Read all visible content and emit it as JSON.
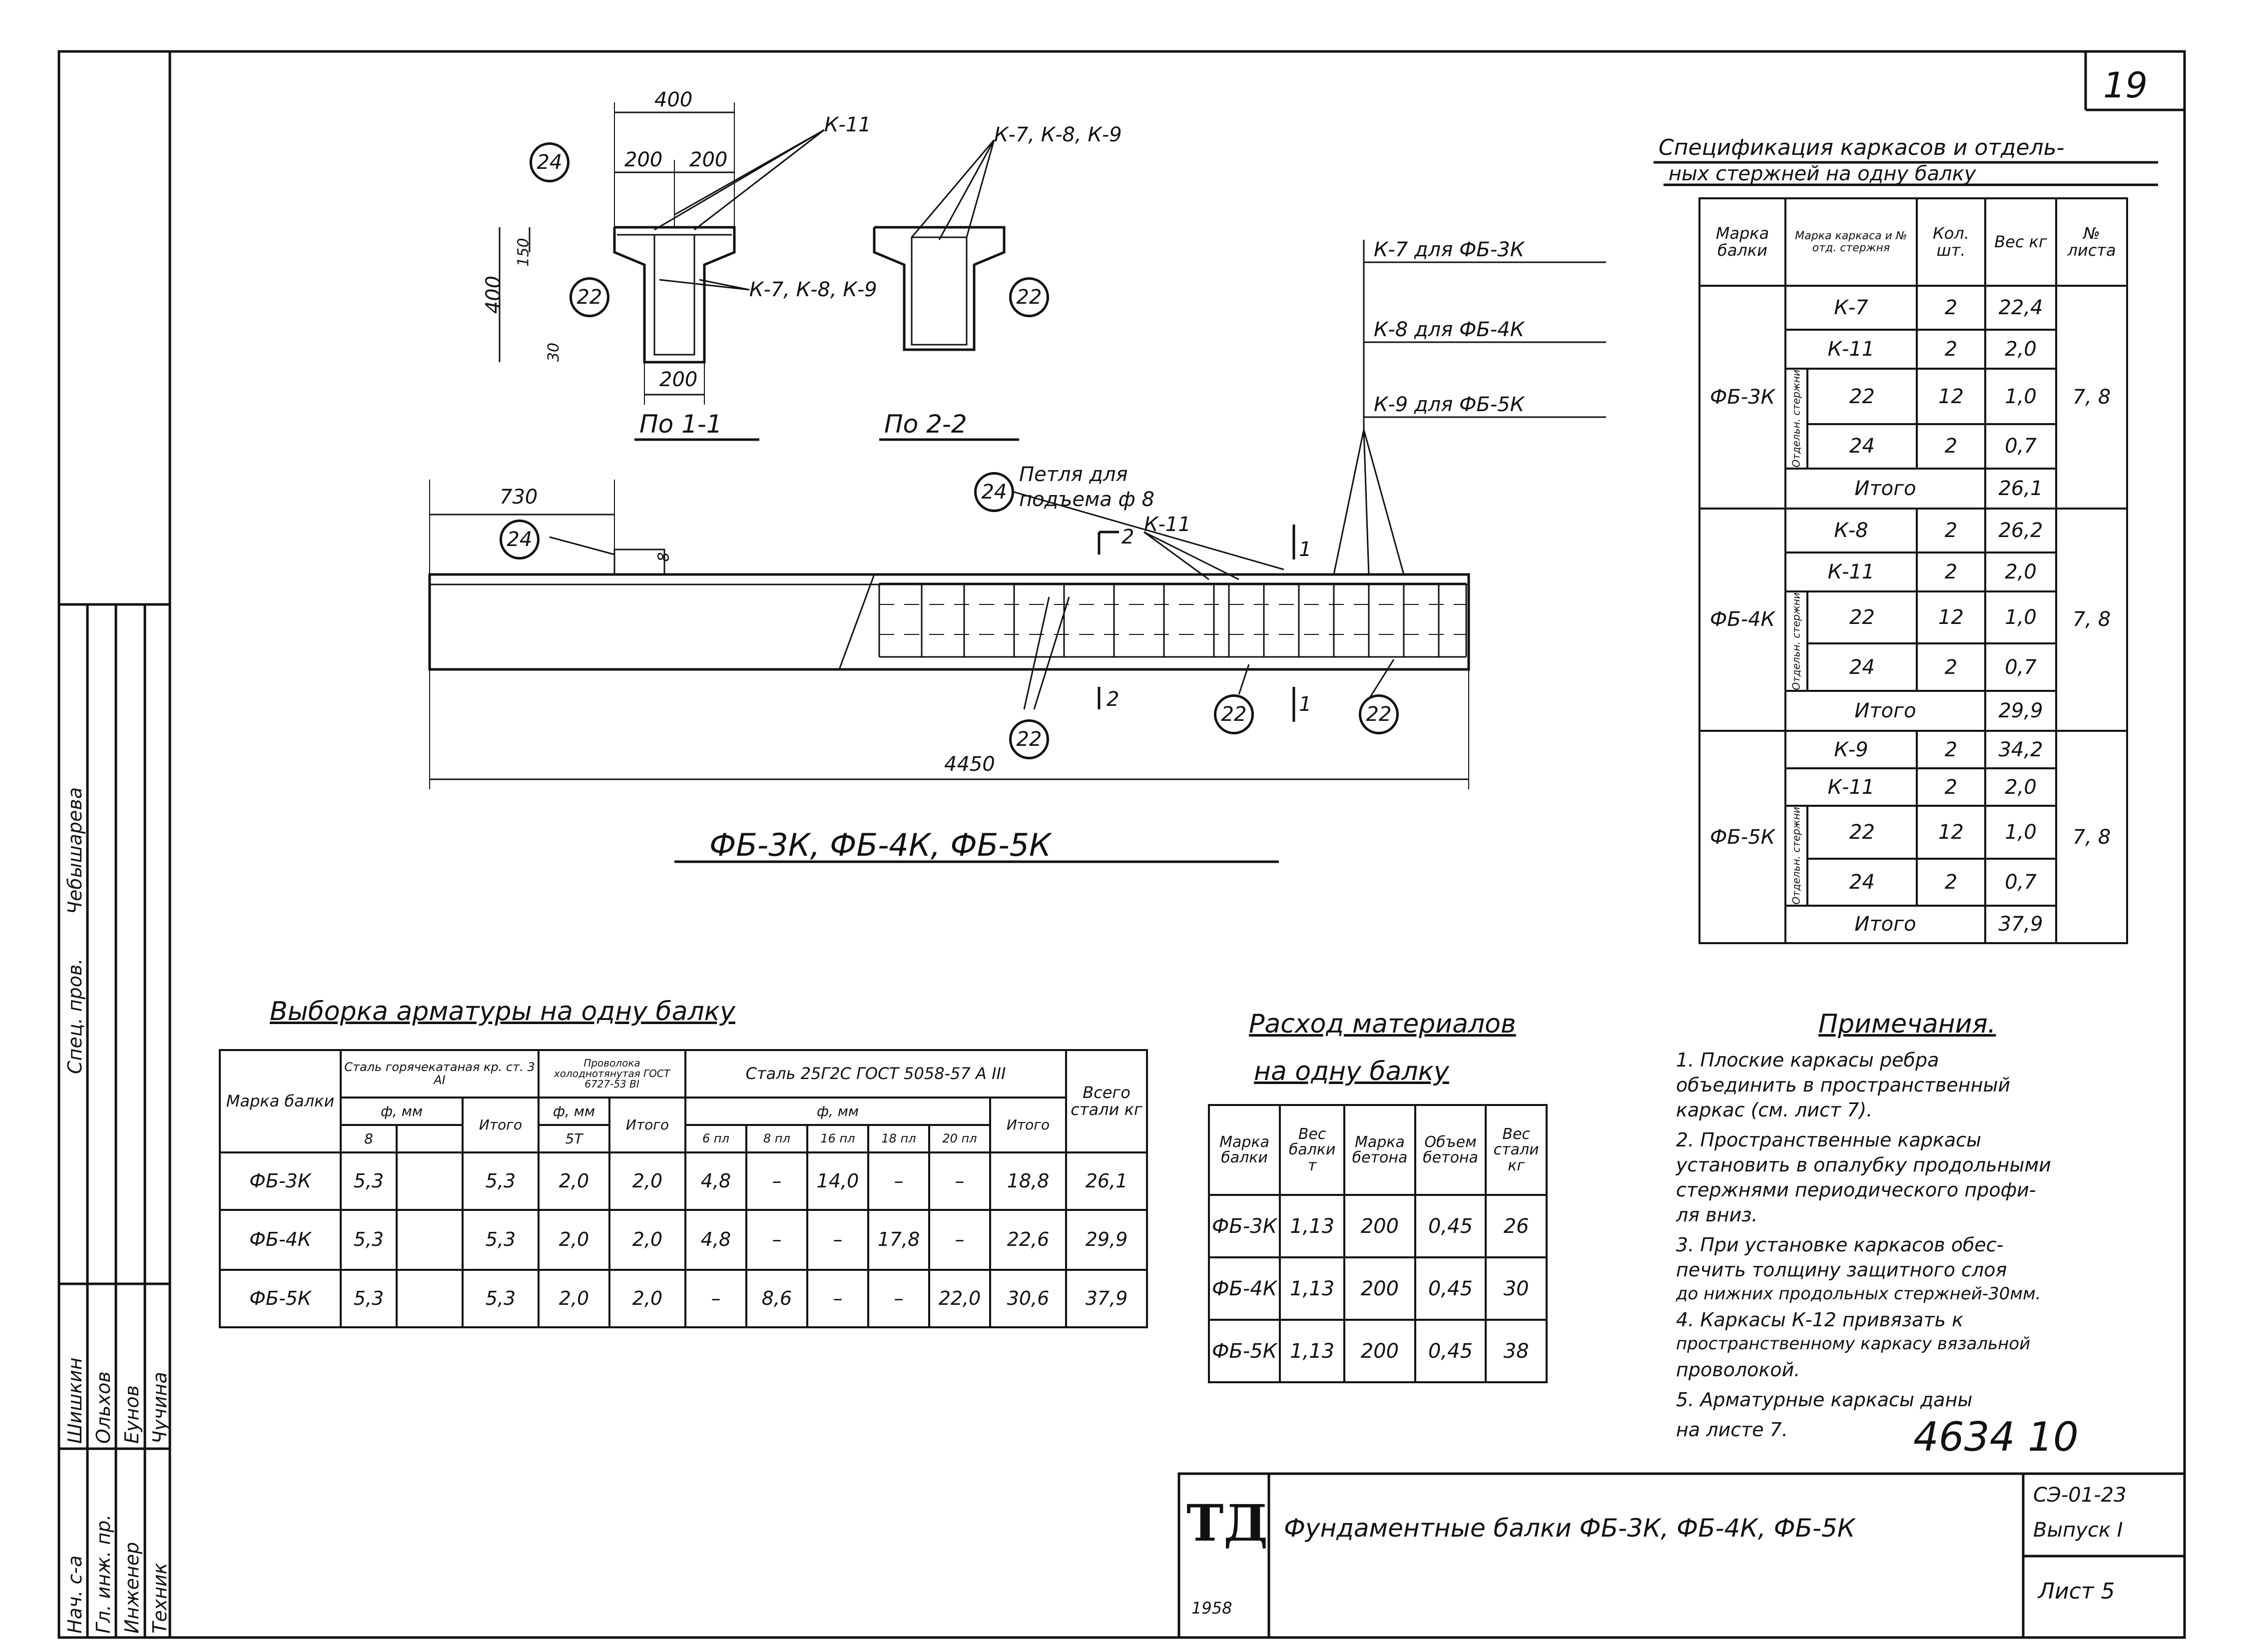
{
  "sheet_number": "19",
  "archive_number": "4634 10",
  "drawing": {
    "section_1": {
      "caption": "По 1-1",
      "width_top": "400",
      "half_left": "200",
      "half_right": "200",
      "height": "400",
      "flange": "150",
      "cover": "30",
      "bottom_width": "200",
      "callout_a": "К-11",
      "callout_b": "К-7, К-8, К-9",
      "bubble_a": "24",
      "bubble_b": "22"
    },
    "section_2": {
      "caption": "По 2-2",
      "callout": "К-7, К-8, К-9",
      "bubble": "22"
    },
    "elevation": {
      "dim_left": "730",
      "dim_total": "4450",
      "dim_loop": "8",
      "loop_bubble": "24",
      "loop_note_1": "Петля для",
      "loop_note_2": "подъема ф 8",
      "k11": "К-11",
      "k7": "К-7 для ФБ-3К",
      "k8": "К-8 для ФБ-4К",
      "k9": "К-9 для ФБ-5К",
      "sec_1": "1",
      "sec_2": "2",
      "bubble_22a": "22",
      "bubble_22b": "22",
      "bubble_22c": "22"
    },
    "caption": "ФБ-3К, ФБ-4К, ФБ-5К"
  },
  "spec": {
    "title_1": "Спецификация каркасов и отдель-",
    "title_2": "ных стержней на одну балку",
    "headers": [
      "Марка балки",
      "Марка каркаса и № отд. стержня",
      "Кол. шт.",
      "Вес кг",
      "№ листа"
    ],
    "side_label": "Отдельн. стержни",
    "groups": [
      {
        "mark": "ФБ-3К",
        "sheet": "7, 8",
        "rows": [
          [
            "К-7",
            "2",
            "22,4"
          ],
          [
            "К-11",
            "2",
            "2,0"
          ],
          [
            "22",
            "12",
            "1,0"
          ],
          [
            "24",
            "2",
            "0,7"
          ]
        ],
        "total_label": "Итого",
        "total": "26,1"
      },
      {
        "mark": "ФБ-4К",
        "sheet": "7, 8",
        "rows": [
          [
            "К-8",
            "2",
            "26,2"
          ],
          [
            "К-11",
            "2",
            "2,0"
          ],
          [
            "22",
            "12",
            "1,0"
          ],
          [
            "24",
            "2",
            "0,7"
          ]
        ],
        "total_label": "Итого",
        "total": "29,9"
      },
      {
        "mark": "ФБ-5К",
        "sheet": "7, 8",
        "rows": [
          [
            "К-9",
            "2",
            "34,2"
          ],
          [
            "К-11",
            "2",
            "2,0"
          ],
          [
            "22",
            "12",
            "1,0"
          ],
          [
            "24",
            "2",
            "0,7"
          ]
        ],
        "total_label": "Итого",
        "total": "37,9"
      }
    ]
  },
  "rebar": {
    "title": "Выборка арматуры на одну балку",
    "h_mark": "Марка балки",
    "h_st3": "Сталь горячекатаная кр. ст. 3",
    "h_st3_class": "АI",
    "h_wire": "Проволока холоднотянутая ГОСТ 6727-53",
    "h_wire_class": "ВI",
    "h_25g2s": "Сталь 25Г2С ГОСТ 5058-57",
    "h_25g2s_class": "А III",
    "h_total": "Всего стали кг",
    "h_diam": "ф, мм",
    "h_itogo": "Итого",
    "d_st3": [
      "8"
    ],
    "d_wire": "5Т",
    "d_25": [
      "6 пл",
      "8 пл",
      "16 пл",
      "18 пл",
      "20 пл"
    ],
    "rows": [
      [
        "ФБ-3К",
        "5,3",
        "",
        "5,3",
        "2,0",
        "2,0",
        "4,8",
        "–",
        "14,0",
        "–",
        "–",
        "18,8",
        "26,1"
      ],
      [
        "ФБ-4К",
        "5,3",
        "",
        "5,3",
        "2,0",
        "2,0",
        "4,8",
        "–",
        "–",
        "17,8",
        "–",
        "22,6",
        "29,9"
      ],
      [
        "ФБ-5К",
        "5,3",
        "",
        "5,3",
        "2,0",
        "2,0",
        "–",
        "8,6",
        "–",
        "–",
        "22,0",
        "30,6",
        "37,9"
      ]
    ]
  },
  "materials": {
    "title_1": "Расход материалов",
    "title_2": "на одну балку",
    "headers": [
      "Марка балки",
      "Вес балки т",
      "Марка бетона",
      "Объем бетона",
      "Вес стали кг"
    ],
    "rows": [
      [
        "ФБ-3К",
        "1,13",
        "200",
        "0,45",
        "26"
      ],
      [
        "ФБ-4К",
        "1,13",
        "200",
        "0,45",
        "30"
      ],
      [
        "ФБ-5К",
        "1,13",
        "200",
        "0,45",
        "38"
      ]
    ]
  },
  "notes": {
    "title": "Примечания.",
    "lines": [
      "1. Плоские каркасы ребра",
      "объединить в пространственный",
      "каркас (см. лист 7).",
      "2. Пространственные каркасы",
      "установить в опалубку продольными",
      "стержнями периодического профи-",
      "ля вниз.",
      "3. При установке каркасов обес-",
      "печить толщину защитного слоя",
      "до нижних продольных стержней-30мм.",
      "4. Каркасы К-12 привязать к",
      "пространственному каркасу вязальной",
      "проволокой.",
      "5. Арматурные каркасы даны",
      "на листе 7."
    ]
  },
  "title_block": {
    "org": "ТД",
    "year": "1958",
    "title": "Фундаментные балки ФБ-3К, ФБ-4К, ФБ-5К",
    "series": "СЭ-01-23",
    "issue": "Выпуск I",
    "sheet": "Лист 5"
  },
  "stamp": {
    "roles": [
      "Нач. с-а",
      "Гл. инж. пр.",
      "Инженер",
      "Техник"
    ],
    "names": [
      "Шишкин",
      "Ольхов",
      "Еунов",
      "Чучина"
    ],
    "top_roles": [
      "Спец. пров.",
      "Чебышарева"
    ]
  }
}
